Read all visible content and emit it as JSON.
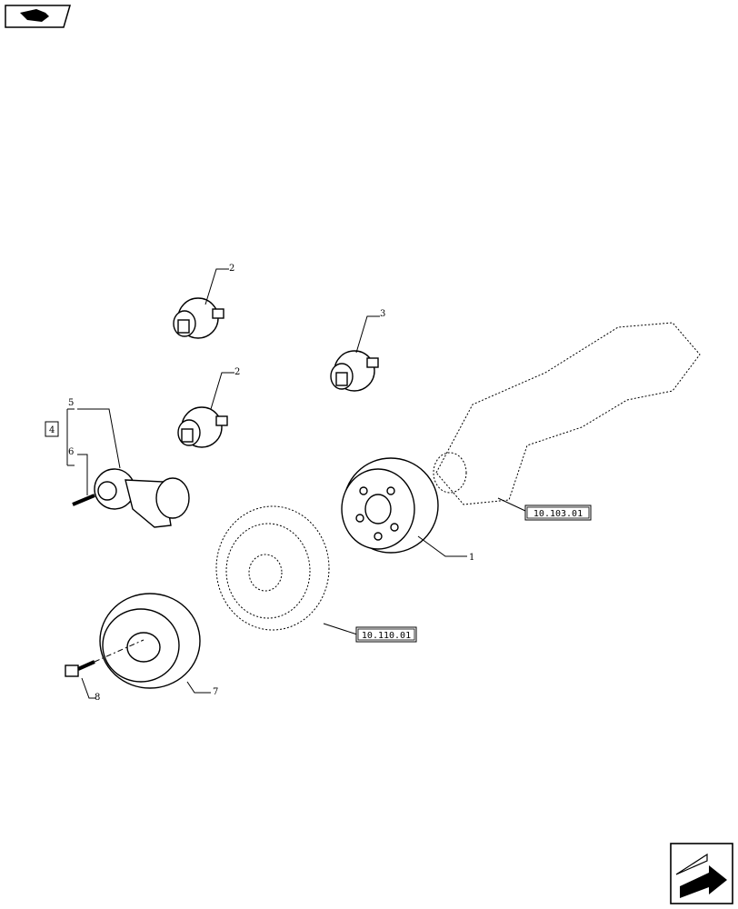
{
  "callouts": [
    "1",
    "2",
    "2",
    "3",
    "4",
    "5",
    "6",
    "7",
    "8"
  ],
  "references": [
    "10.103.01",
    "10.110.01"
  ],
  "icons": {
    "top_left": "book-icon",
    "bottom_right": "arrow-icon"
  }
}
